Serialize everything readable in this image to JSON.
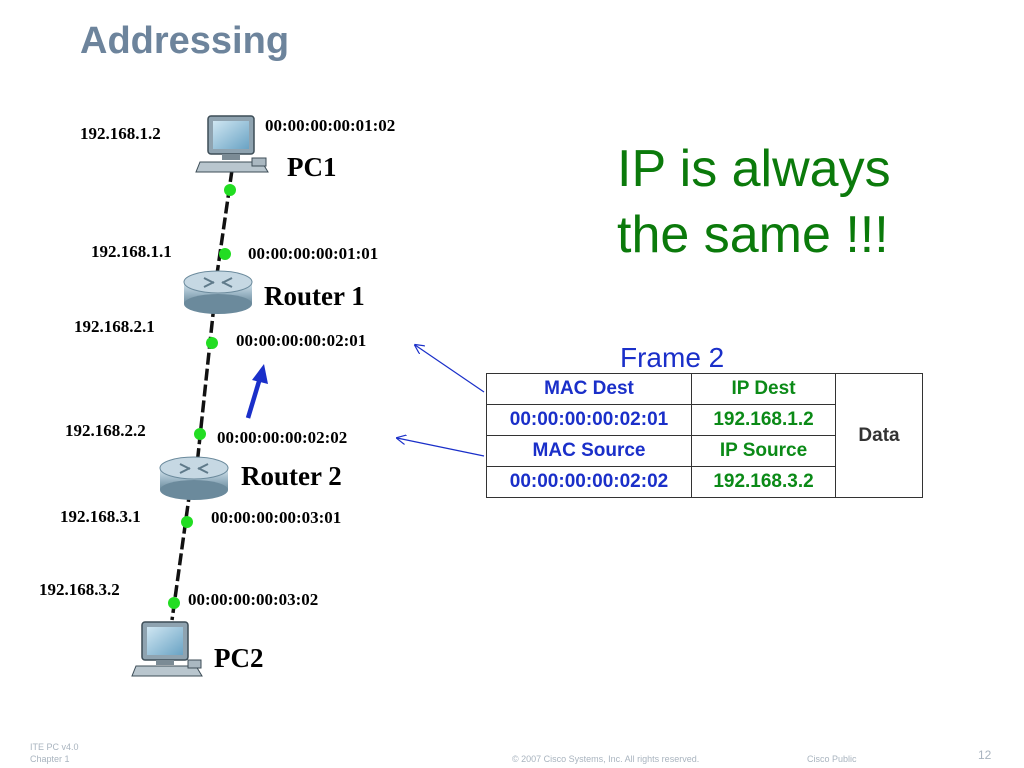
{
  "slide": {
    "title": "Addressing",
    "headline_line1": "IP is always",
    "headline_line2": "the same !!!"
  },
  "nodes": {
    "pc1": {
      "name": "PC1",
      "ip": "192.168.1.2",
      "mac": "00:00:00:00:01:02"
    },
    "router1": {
      "name": "Router 1",
      "ip_top": "192.168.1.1",
      "mac_top": "00:00:00:00:01:01",
      "ip_bottom": "192.168.2.1",
      "mac_bottom": "00:00:00:00:02:01"
    },
    "router2": {
      "name": "Router 2",
      "ip_top": "192.168.2.2",
      "mac_top": "00:00:00:00:02:02",
      "ip_bottom": "192.168.3.1",
      "mac_bottom": "00:00:00:00:03:01"
    },
    "pc2": {
      "name": "PC2",
      "ip": "192.168.3.2",
      "mac": "00:00:00:00:03:02"
    }
  },
  "frame": {
    "title": "Frame 2",
    "mac_dest_label": "MAC Dest",
    "ip_dest_label": "IP Dest",
    "mac_dest": "00:00:00:00:02:01",
    "ip_dest": "192.168.1.2",
    "mac_source_label": "MAC Source",
    "ip_source_label": "IP Source",
    "mac_source": "00:00:00:00:02:02",
    "ip_source": "192.168.3.2",
    "data_label": "Data"
  },
  "colors": {
    "title": "#6d849c",
    "headline": "#0b7a0b",
    "frame_blue": "#1a2fc9",
    "frame_green": "#0b8a17",
    "link_dot": "#22dd22",
    "arrow": "#1a2fc9"
  },
  "footer": {
    "line1": "ITE PC v4.0",
    "line2": "Chapter 1",
    "copyright": "© 2007 Cisco Systems, Inc. All rights reserved.",
    "classification": "Cisco Public",
    "page_number": "12"
  }
}
